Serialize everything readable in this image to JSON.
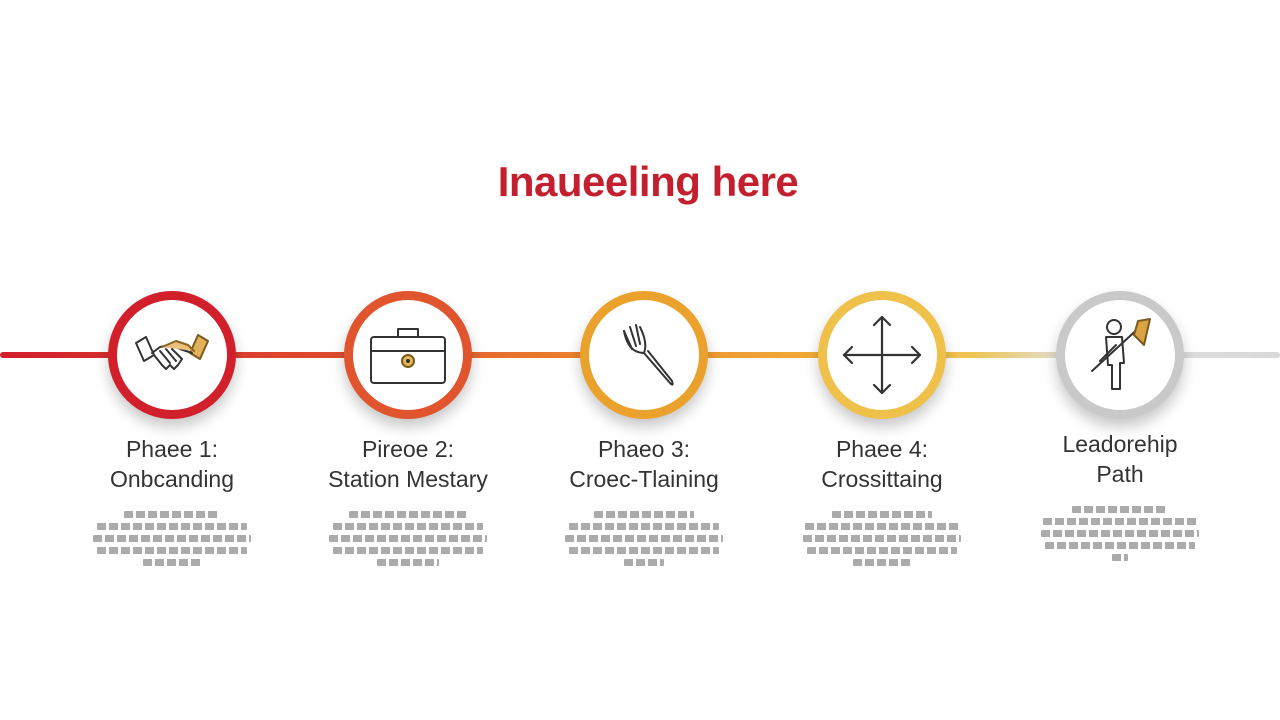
{
  "title": "Inaueeling here",
  "colors": {
    "title": "#c41f2e",
    "phase_1": "#d11f2b",
    "phase_2": "#e0542e",
    "phase_3": "#eaa22d",
    "phase_4": "#efc14a",
    "phase_5": "#c9c9c9"
  },
  "phases": [
    {
      "title_line1": "Phaee 1:",
      "title_line2": "Onbcanding",
      "icon": "handshake-icon",
      "color": "#d11f2b"
    },
    {
      "title_line1": "Pireoe 2:",
      "title_line2": "Station Mestary",
      "icon": "toolbox-icon",
      "color": "#e0542e"
    },
    {
      "title_line1": "Phaeo 3:",
      "title_line2": "Croec-Tlaining",
      "icon": "fork-icon",
      "color": "#eaa22d"
    },
    {
      "title_line1": "Phaee 4:",
      "title_line2": "Crossittaing",
      "icon": "move-arrows-icon",
      "color": "#efc14a"
    },
    {
      "title_line1": "Leadorehip",
      "title_line2": "Path",
      "icon": "person-flag-icon",
      "color": "#c9c9c9"
    }
  ]
}
